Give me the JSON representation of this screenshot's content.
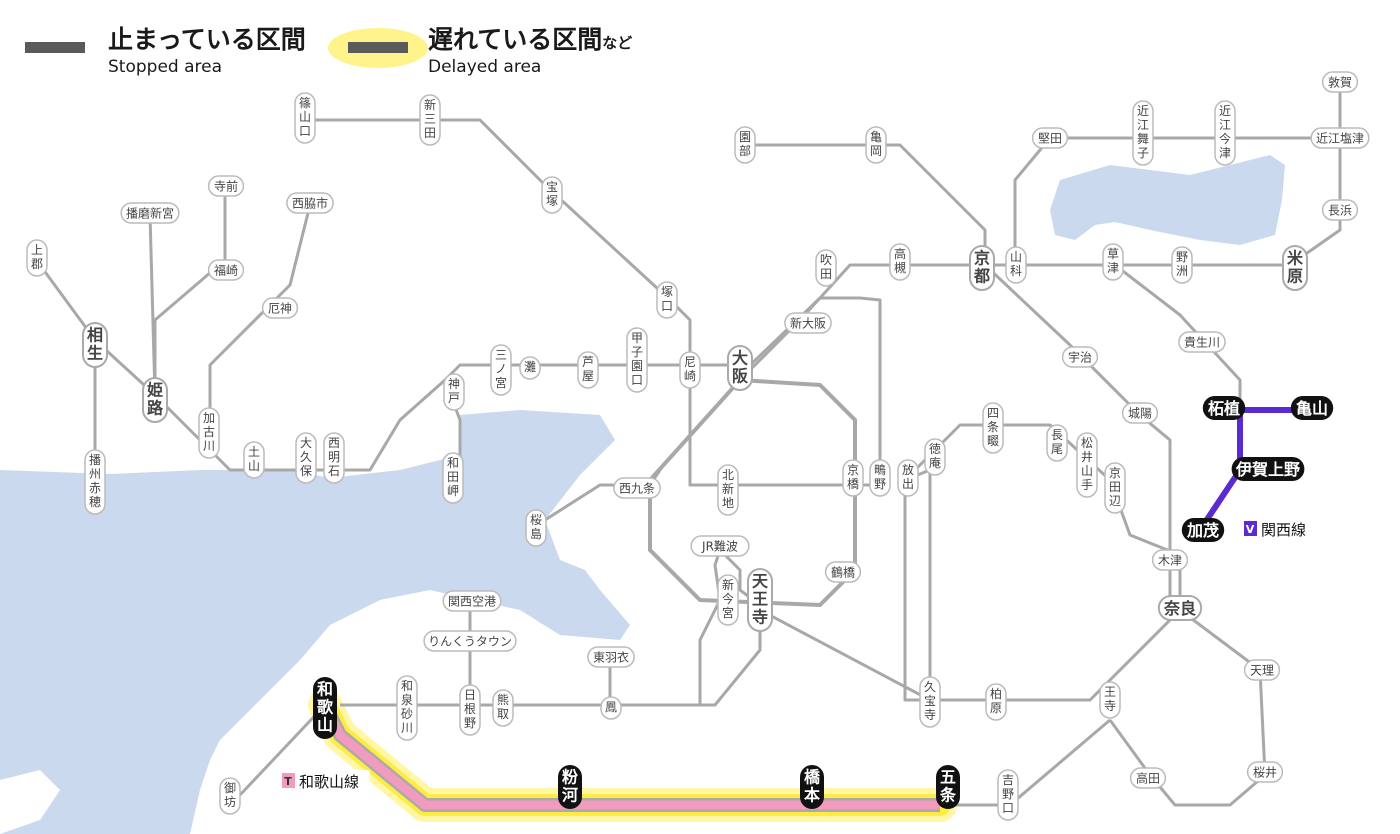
{
  "legend": {
    "stopped": {
      "label": "止まっている区間",
      "sub": "Stopped area"
    },
    "delayed": {
      "label": "遅れている区間",
      "suffix": "など",
      "sub": "Delayed area"
    }
  },
  "lines": {
    "kansai": {
      "badge": "V",
      "name": "関西線",
      "color": "#5a2bd1"
    },
    "wakayama": {
      "badge": "T",
      "name": "和歌山線",
      "color": "#f29bbf"
    }
  },
  "colors": {
    "water": "#cbd9ef",
    "track": "#a8a8a8",
    "delay_glow": "#ffe600"
  },
  "stations": {
    "sasayamaguchi": "篠山口",
    "shinsanda": "新三田",
    "takarazuka": "宝塚",
    "tsukaguchi": "塚口",
    "amagasaki": "尼崎",
    "osaka": "大阪",
    "shinosaka": "新大阪",
    "suita": "吹田",
    "takatsuki": "高槻",
    "kyoto": "京都",
    "yamashina": "山科",
    "sonobe": "園部",
    "kameoka": "亀岡",
    "katata": "堅田",
    "omimaiko": "近江舞子",
    "omiimazu": "近江今津",
    "omishiotsu": "近江塩津",
    "tsuruga": "敦賀",
    "nagahama": "長浜",
    "maibara": "米原",
    "yasu": "野洲",
    "kusatsu": "草津",
    "kibukawa": "貴生川",
    "tsuge": "柘植",
    "kameyama": "亀山",
    "igaueno": "伊賀上野",
    "kamo": "加茂",
    "kizu": "木津",
    "nara": "奈良",
    "tenri": "天理",
    "sakurai": "桜井",
    "takada": "高田",
    "oji": "王寺",
    "kashiwara": "柏原",
    "kyuhoji": "久宝寺",
    "uji": "宇治",
    "joyo": "城陽",
    "shijonawate": "四条畷",
    "tokuan": "徳庵",
    "nagao": "長尾",
    "matsuiyamate": "松井山手",
    "kyotanabe": "京田辺",
    "hanaten": "放出",
    "shigino": "鴫野",
    "kyobashi": "京橋",
    "tsuruhashi": "鶴橋",
    "tennoji": "天王寺",
    "shinimamiya": "新今宮",
    "jrnamba": "JR難波",
    "kitashinchi": "北新地",
    "nishikujo": "西九条",
    "sakurajima": "桜島",
    "sannomiya": "三ノ宮",
    "nada": "灘",
    "ashiya": "芦屋",
    "koshienguchi": "甲子園口",
    "kobe": "神戸",
    "wadamisaki": "和田岬",
    "nishiakashi": "西明石",
    "okubo": "大久保",
    "dosan": "土山",
    "kakogawa": "加古川",
    "yakujin": "厄神",
    "nishiwakishi": "西脇市",
    "fukusaki": "福崎",
    "teramae": "寺前",
    "harimashinmiya": "播磨新宮",
    "himeji": "姫路",
    "aioi": "相生",
    "kamigori": "上郡",
    "banshuako": "播州赤穂",
    "kansaiairport": "関西空港",
    "rinku": "りんくうタウン",
    "hineno": "日根野",
    "kumatori": "熊取",
    "otori": "鳳",
    "higashihagoromo": "東羽衣",
    "izumisunagawa": "和泉砂川",
    "wakayama": "和歌山",
    "gobo": "御坊",
    "kokawa": "粉河",
    "hashimoto": "橋本",
    "gojo": "五条",
    "yoshinoguchi": "吉野口"
  }
}
